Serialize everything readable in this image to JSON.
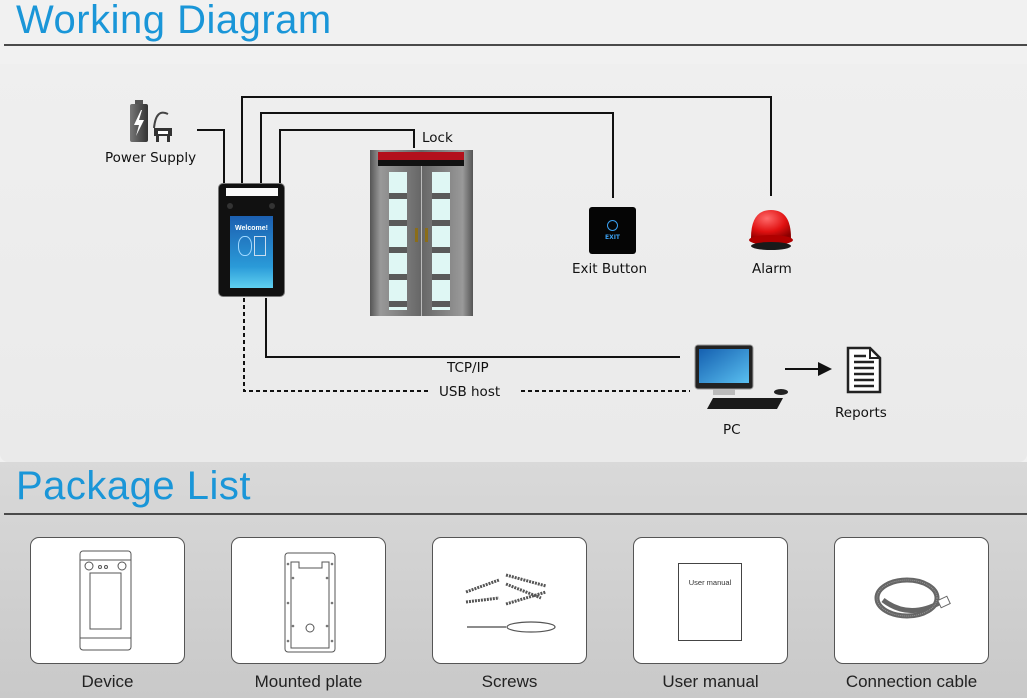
{
  "working_diagram": {
    "title": "Working Diagram",
    "components": {
      "power_supply": "Power Supply",
      "lock": "Lock",
      "exit_button": "Exit Button",
      "exit_button_glyph": "EXIT",
      "alarm": "Alarm",
      "pc": "PC",
      "reports": "Reports",
      "device_screen_text": "Welcome!"
    },
    "connections": {
      "tcp_ip": "TCP/IP",
      "usb_host": "USB host"
    }
  },
  "package_list": {
    "title": "Package List",
    "items": [
      {
        "label": "Device"
      },
      {
        "label": "Mounted plate"
      },
      {
        "label": "Screws"
      },
      {
        "label": "User manual",
        "inner_text": "User manual"
      },
      {
        "label": "Connection cable"
      }
    ]
  },
  "colors": {
    "title_blue": "#1a96d8",
    "alarm_red": "#e01010",
    "lock_red": "#b3101c"
  }
}
